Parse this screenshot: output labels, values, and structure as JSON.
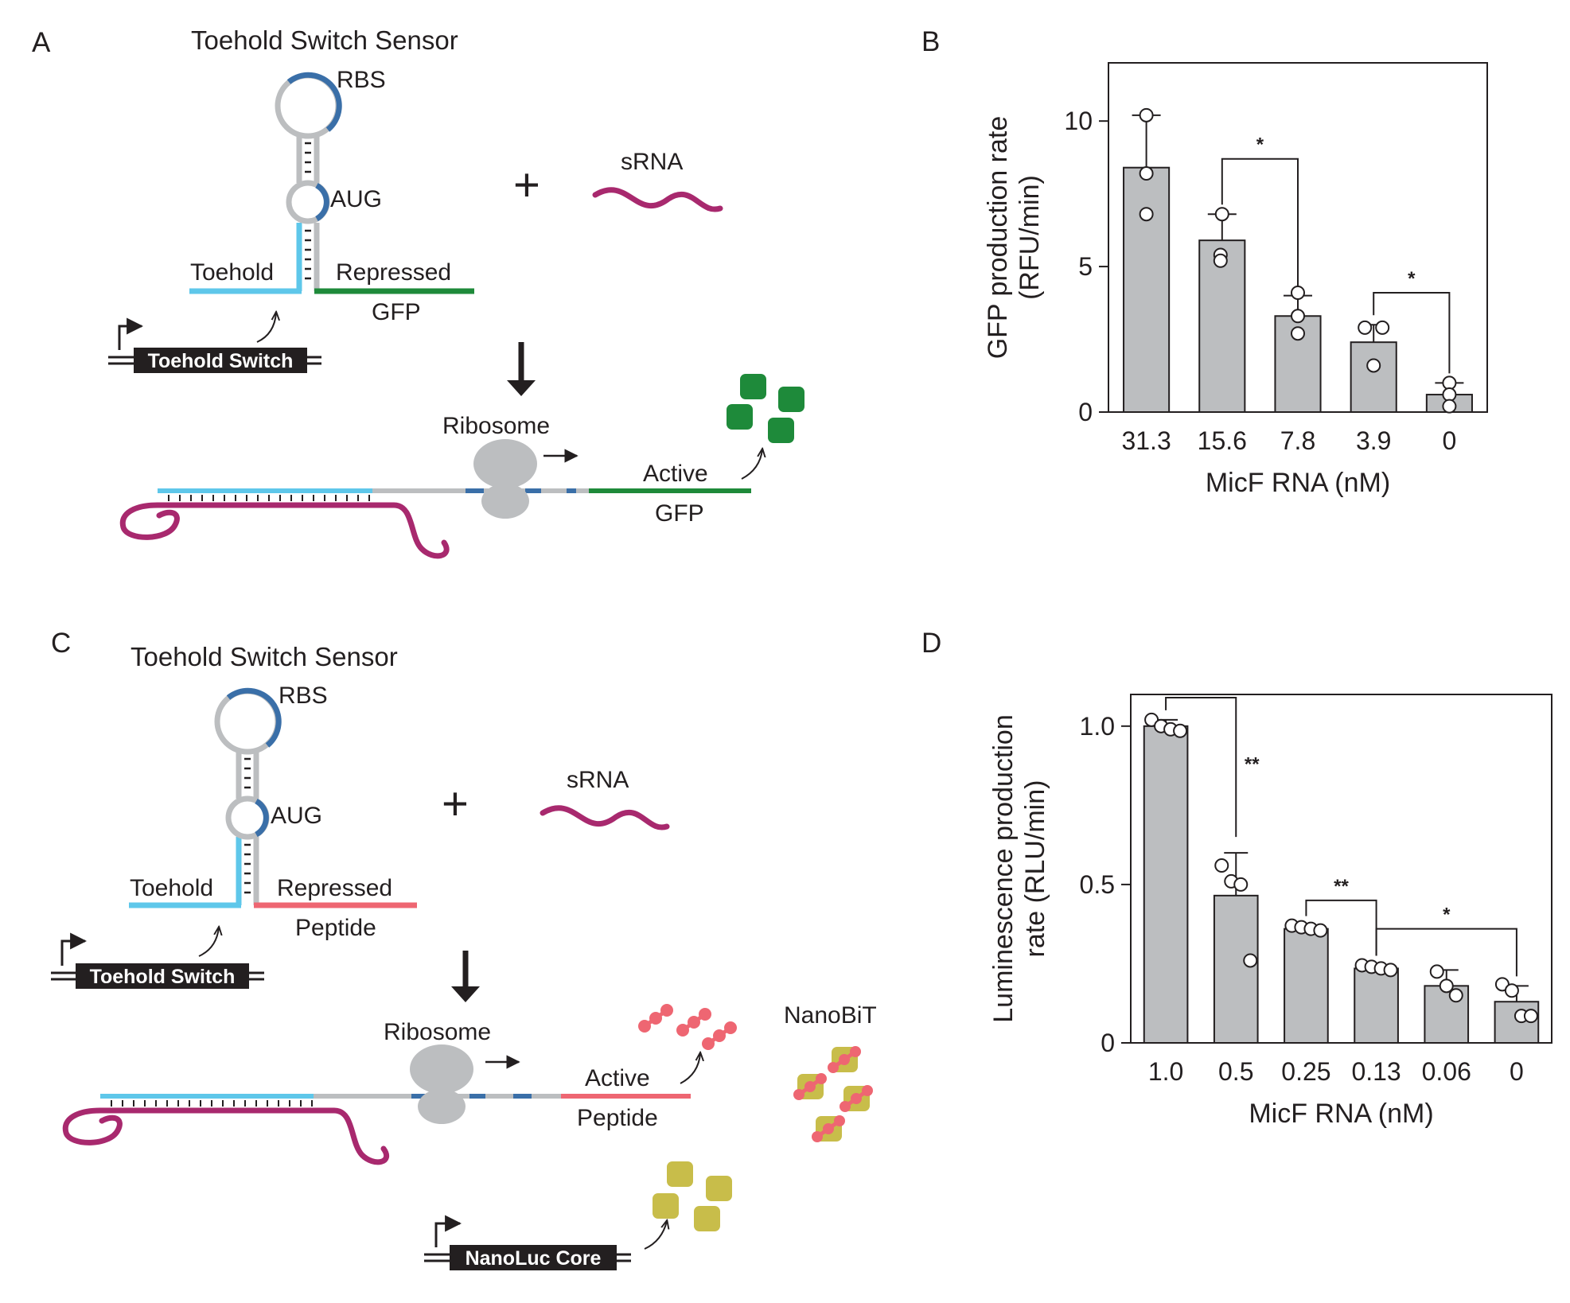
{
  "colors": {
    "gray_rna": "#bcbec0",
    "blue_rbs": "#3a6fa8",
    "toehold_cyan": "#5ec7ea",
    "gfp_green": "#1e8a3a",
    "peptide_pink": "#ee6672",
    "srna_magenta": "#a8296e",
    "ribosome": "#bcbec0",
    "nanoluc_olive": "#c8bd4a",
    "bar_gray": "#bcbec0",
    "ink": "#231f20"
  },
  "panel_a": {
    "letter": "A",
    "title": "Toehold Switch Sensor",
    "rbs": "RBS",
    "aug": "AUG",
    "toehold": "Toehold",
    "repressed": "Repressed",
    "reporter": "GFP",
    "gene_box": "Toehold Switch",
    "plus": "+",
    "srna": "sRNA",
    "ribosome": "Ribosome",
    "active": "Active",
    "active_reporter": "GFP"
  },
  "panel_c": {
    "letter": "C",
    "title": "Toehold Switch Sensor",
    "rbs": "RBS",
    "aug": "AUG",
    "toehold": "Toehold",
    "repressed": "Repressed",
    "reporter": "Peptide",
    "gene_box": "Toehold Switch",
    "plus": "+",
    "srna": "sRNA",
    "ribosome": "Ribosome",
    "active": "Active",
    "active_reporter": "Peptide",
    "nanobit": "NanoBiT",
    "nanoluc_box": "NanoLuc Core"
  },
  "panel_b": {
    "letter": "B"
  },
  "panel_d": {
    "letter": "D"
  },
  "chart_data": [
    {
      "type": "bar",
      "panel": "B",
      "categories": [
        "31.3",
        "15.6",
        "7.8",
        "3.9",
        "0"
      ],
      "values": [
        8.4,
        5.9,
        3.3,
        2.4,
        0.6
      ],
      "error_upper": [
        10.2,
        6.8,
        4.0,
        3.0,
        1.0
      ],
      "points": [
        [
          10.2,
          8.2,
          6.8
        ],
        [
          6.8,
          5.4,
          5.2
        ],
        [
          4.1,
          3.3,
          2.7
        ],
        [
          2.9,
          2.9,
          1.6
        ],
        [
          1.0,
          0.6,
          0.2
        ]
      ],
      "xlabel": "MicF RNA (nM)",
      "ylabel_lines": [
        "GFP production rate",
        "(RFU/min)"
      ],
      "ylim": [
        0,
        12
      ],
      "yticks": [
        0,
        5,
        10
      ],
      "ytick_labels": [
        "0",
        "5",
        "10"
      ],
      "significance": [
        {
          "from": 1,
          "to": 2,
          "label": "*",
          "level": 8.7
        },
        {
          "from": 3,
          "to": 4,
          "label": "*",
          "level": 4.1
        }
      ]
    },
    {
      "type": "bar",
      "panel": "D",
      "categories": [
        "1.0",
        "0.5",
        "0.25",
        "0.13",
        "0.06",
        "0"
      ],
      "values": [
        1.0,
        0.465,
        0.36,
        0.235,
        0.18,
        0.13
      ],
      "error_upper": [
        1.02,
        0.6,
        0.37,
        0.245,
        0.23,
        0.18
      ],
      "points": [
        [
          1.02,
          1.0,
          0.99,
          0.985
        ],
        [
          0.56,
          0.51,
          0.5,
          0.26
        ],
        [
          0.37,
          0.365,
          0.36,
          0.355
        ],
        [
          0.245,
          0.24,
          0.235,
          0.23
        ],
        [
          0.225,
          0.18,
          0.15
        ],
        [
          0.185,
          0.165,
          0.085,
          0.085
        ]
      ],
      "xlabel": "MicF RNA (nM)",
      "ylabel_lines": [
        "Luminescence production",
        "rate (RLU/min)"
      ],
      "ylim": [
        0,
        1.1
      ],
      "yticks": [
        0,
        0.5,
        1.0
      ],
      "ytick_labels": [
        "0",
        "0.5",
        "1.0"
      ],
      "significance": [
        {
          "from": 0,
          "to": 1,
          "label": "**",
          "level": 1.09,
          "drop_to": 0.62
        },
        {
          "from": 2,
          "to": 3,
          "label": "**",
          "level": 0.45
        },
        {
          "from": 3,
          "to": 5,
          "label": "*",
          "level": 0.36
        }
      ]
    }
  ]
}
